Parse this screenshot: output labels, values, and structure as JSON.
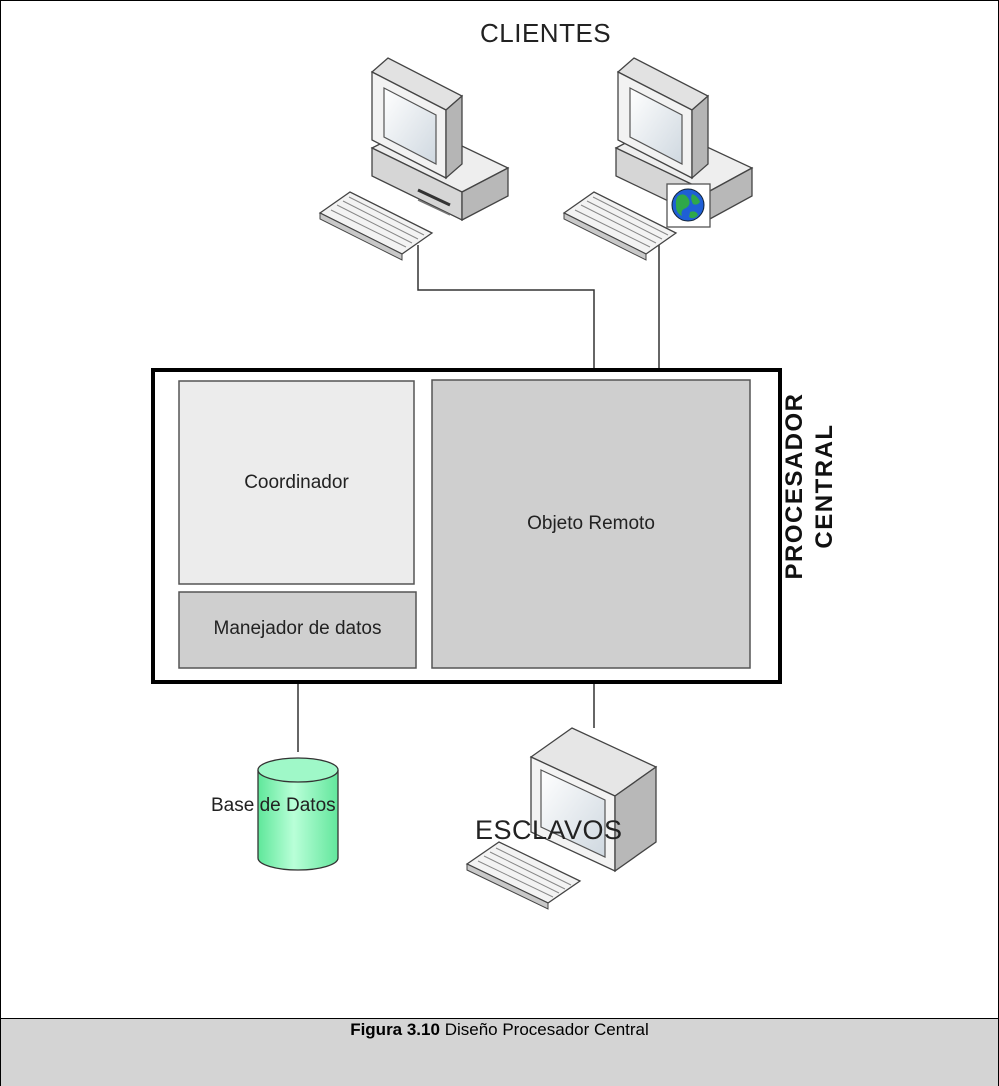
{
  "labels": {
    "clientes": "CLIENTES",
    "coordinador": "Coordinador",
    "manejador": "Manejador de datos",
    "objeto_remoto": "Objeto Remoto",
    "procesador_line1": "PROCESADOR",
    "procesador_line2": "CENTRAL",
    "base_datos": "Base de Datos",
    "esclavos": "ESCLAVOS"
  },
  "caption": {
    "figure_label": "Figura 3.10",
    "text": "Diseño Procesador Central"
  },
  "colors": {
    "coordinador_fill": "#ececec",
    "manejador_fill": "#cfcfcf",
    "objeto_fill": "#cfcfcf",
    "database_fill": "#7ff7b4",
    "caption_band": "#d4d4d4"
  },
  "icons": [
    "computer-icon",
    "computer-globe-icon",
    "monitor-icon",
    "database-icon",
    "globe-icon",
    "keyboard-icon"
  ]
}
